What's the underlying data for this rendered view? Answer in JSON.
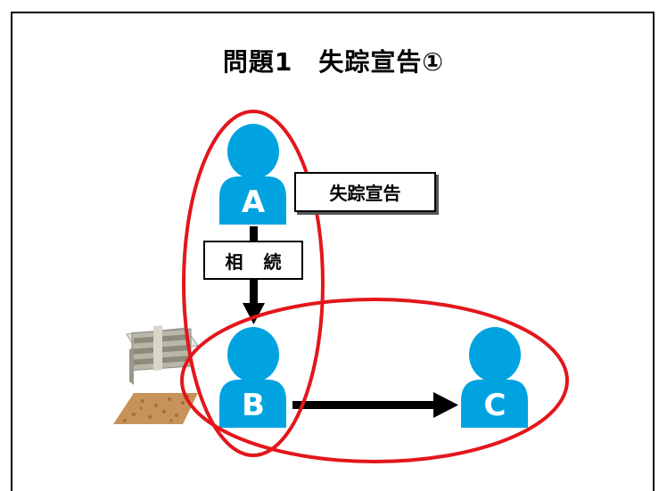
{
  "title": "問題1　失踪宣告①",
  "labels": {
    "disappearance": "失踪宣告",
    "inheritance": "相 続"
  },
  "persons": {
    "a": "A",
    "b": "B",
    "c": "C"
  },
  "colors": {
    "person": "#00a3e0",
    "highlight": "#e3161c",
    "arrow": "#000000"
  }
}
